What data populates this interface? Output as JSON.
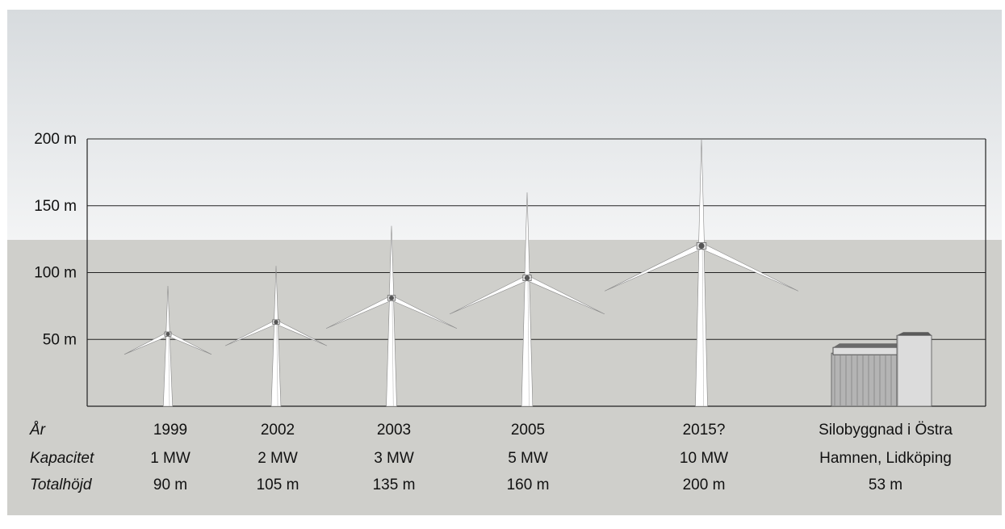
{
  "chart_data": {
    "type": "bar",
    "ylim": [
      0,
      200
    ],
    "y_ticks": [
      {
        "value": 200,
        "label": "200 m"
      },
      {
        "value": 150,
        "label": "150 m"
      },
      {
        "value": 100,
        "label": "100 m"
      },
      {
        "value": 50,
        "label": "50 m"
      }
    ],
    "row_labels": [
      "År",
      "Kapacitet",
      "Totalhöjd"
    ],
    "turbines": [
      {
        "year": "1999",
        "capacity": "1 MW",
        "height_label": "90 m",
        "total_height": 90
      },
      {
        "year": "2002",
        "capacity": "2 MW",
        "height_label": "105 m",
        "total_height": 105
      },
      {
        "year": "2003",
        "capacity": "3 MW",
        "height_label": "135 m",
        "total_height": 135
      },
      {
        "year": "2005",
        "capacity": "5 MW",
        "height_label": "160 m",
        "total_height": 160
      },
      {
        "year": "2015?",
        "capacity": "10 MW",
        "height_label": "200 m",
        "total_height": 200
      }
    ],
    "reference_building": {
      "name_line1": "Silobyggnad i Östra",
      "name_line2": "Hamnen, Lidköping",
      "height_label": "53 m",
      "height": 53
    },
    "grid": true
  },
  "colors": {
    "sky_top": "#d7dbde",
    "sky_bottom": "#f3f4f5",
    "ground": "#cfcfcb",
    "grid": "#222222",
    "turbine": "#ffffff"
  }
}
